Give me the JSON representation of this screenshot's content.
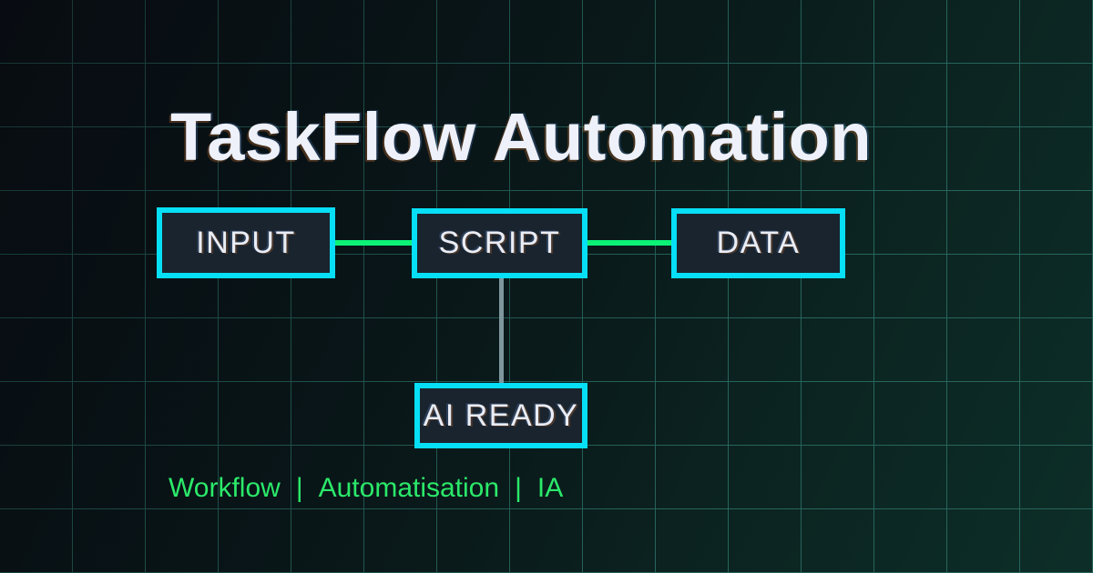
{
  "title": "TaskFlow Automation",
  "diagram": {
    "nodes": [
      {
        "id": "input",
        "label": "INPUT"
      },
      {
        "id": "script",
        "label": "SCRIPT"
      },
      {
        "id": "data",
        "label": "DATA"
      },
      {
        "id": "ai_ready",
        "label": "AI READY"
      }
    ],
    "edges": [
      {
        "from": "input",
        "to": "script",
        "style": "green-horizontal"
      },
      {
        "from": "script",
        "to": "data",
        "style": "green-horizontal"
      },
      {
        "from": "script",
        "to": "ai_ready",
        "style": "gray-vertical"
      }
    ]
  },
  "footer": {
    "items": [
      "Workflow",
      "Automatisation",
      "IA"
    ],
    "separator": "|"
  },
  "colors": {
    "accent_cyan": "#06dff5",
    "accent_green": "#0bf277",
    "connector_gray": "#7e979e",
    "footer_green": "#2be96a",
    "node_fill": "#1a242e",
    "node_text": "#e9edf5",
    "title_color": "#eef1f9",
    "bg_navy": "#090e14",
    "bg_mid": "#0a1c1c",
    "bg_teal": "#0d2e28",
    "grid_line": "#27655c"
  }
}
